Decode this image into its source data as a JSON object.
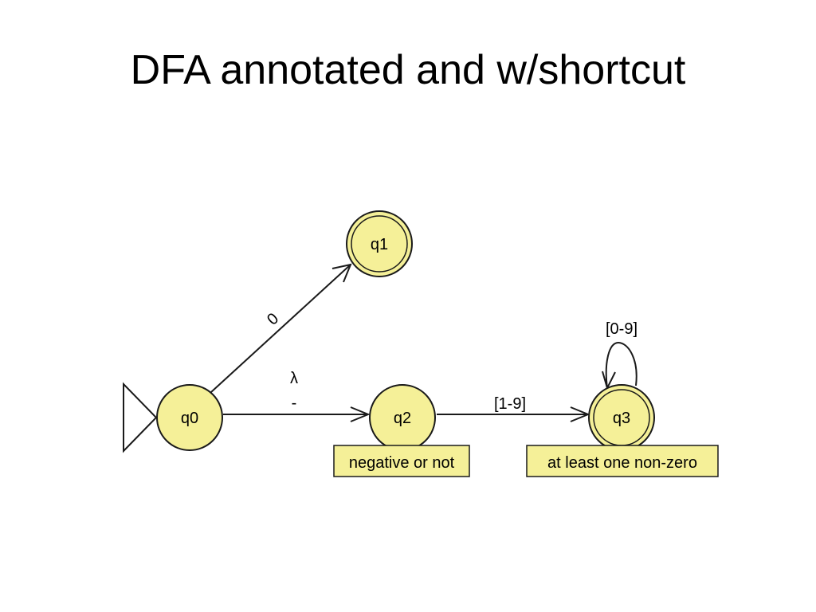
{
  "title": "DFA annotated and w/shortcut",
  "colors": {
    "state_fill": "#f5f098",
    "stroke": "#1a1a1a"
  },
  "states": {
    "q0": "q0",
    "q1": "q1",
    "q2": "q2",
    "q3": "q3"
  },
  "transitions": {
    "q0_q1": "0",
    "q0_q2_lambda": "λ",
    "q0_q2_minus": "-",
    "q2_q3": "[1-9]",
    "q3_q3": "[0-9]"
  },
  "notes": {
    "q2": "negative or not",
    "q3": "at least one non-zero"
  }
}
